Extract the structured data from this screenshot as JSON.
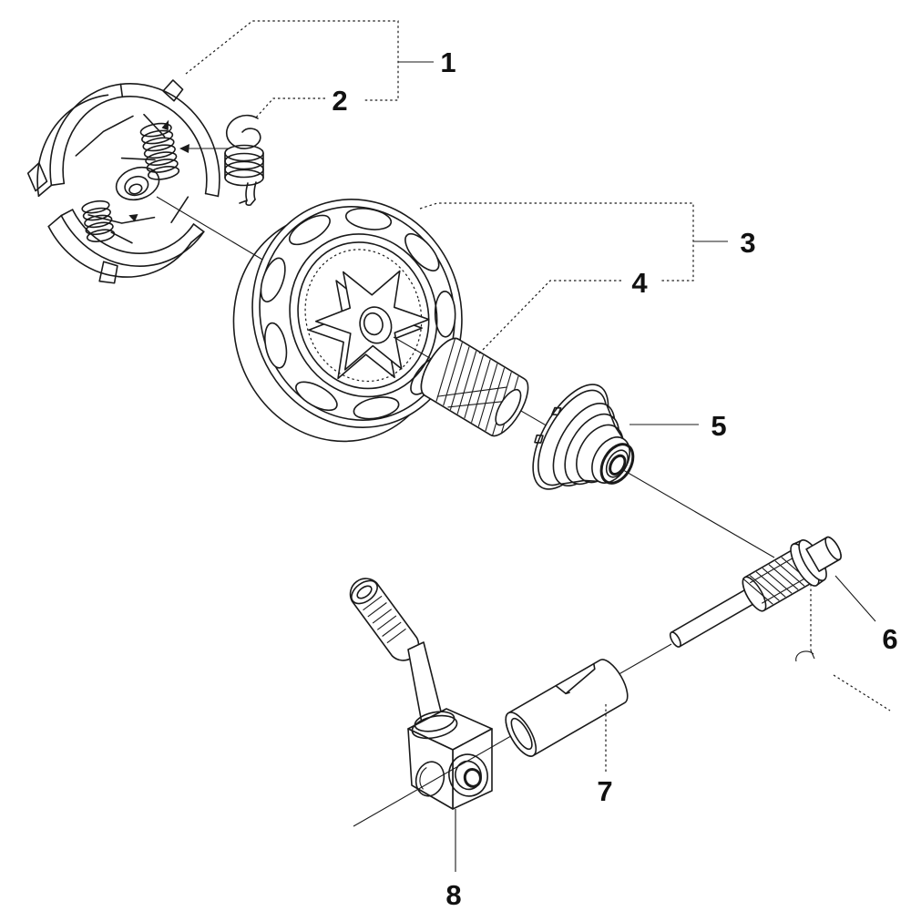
{
  "diagram": {
    "kind": "exploded-parts-diagram",
    "background_color": "#ffffff",
    "line_color": "#1a1a1a",
    "label_color": "#111111"
  },
  "callouts": [
    {
      "number": "1"
    },
    {
      "number": "2"
    },
    {
      "number": "3"
    },
    {
      "number": "4"
    },
    {
      "number": "5"
    },
    {
      "number": "6"
    },
    {
      "number": "7"
    },
    {
      "number": "8"
    }
  ]
}
